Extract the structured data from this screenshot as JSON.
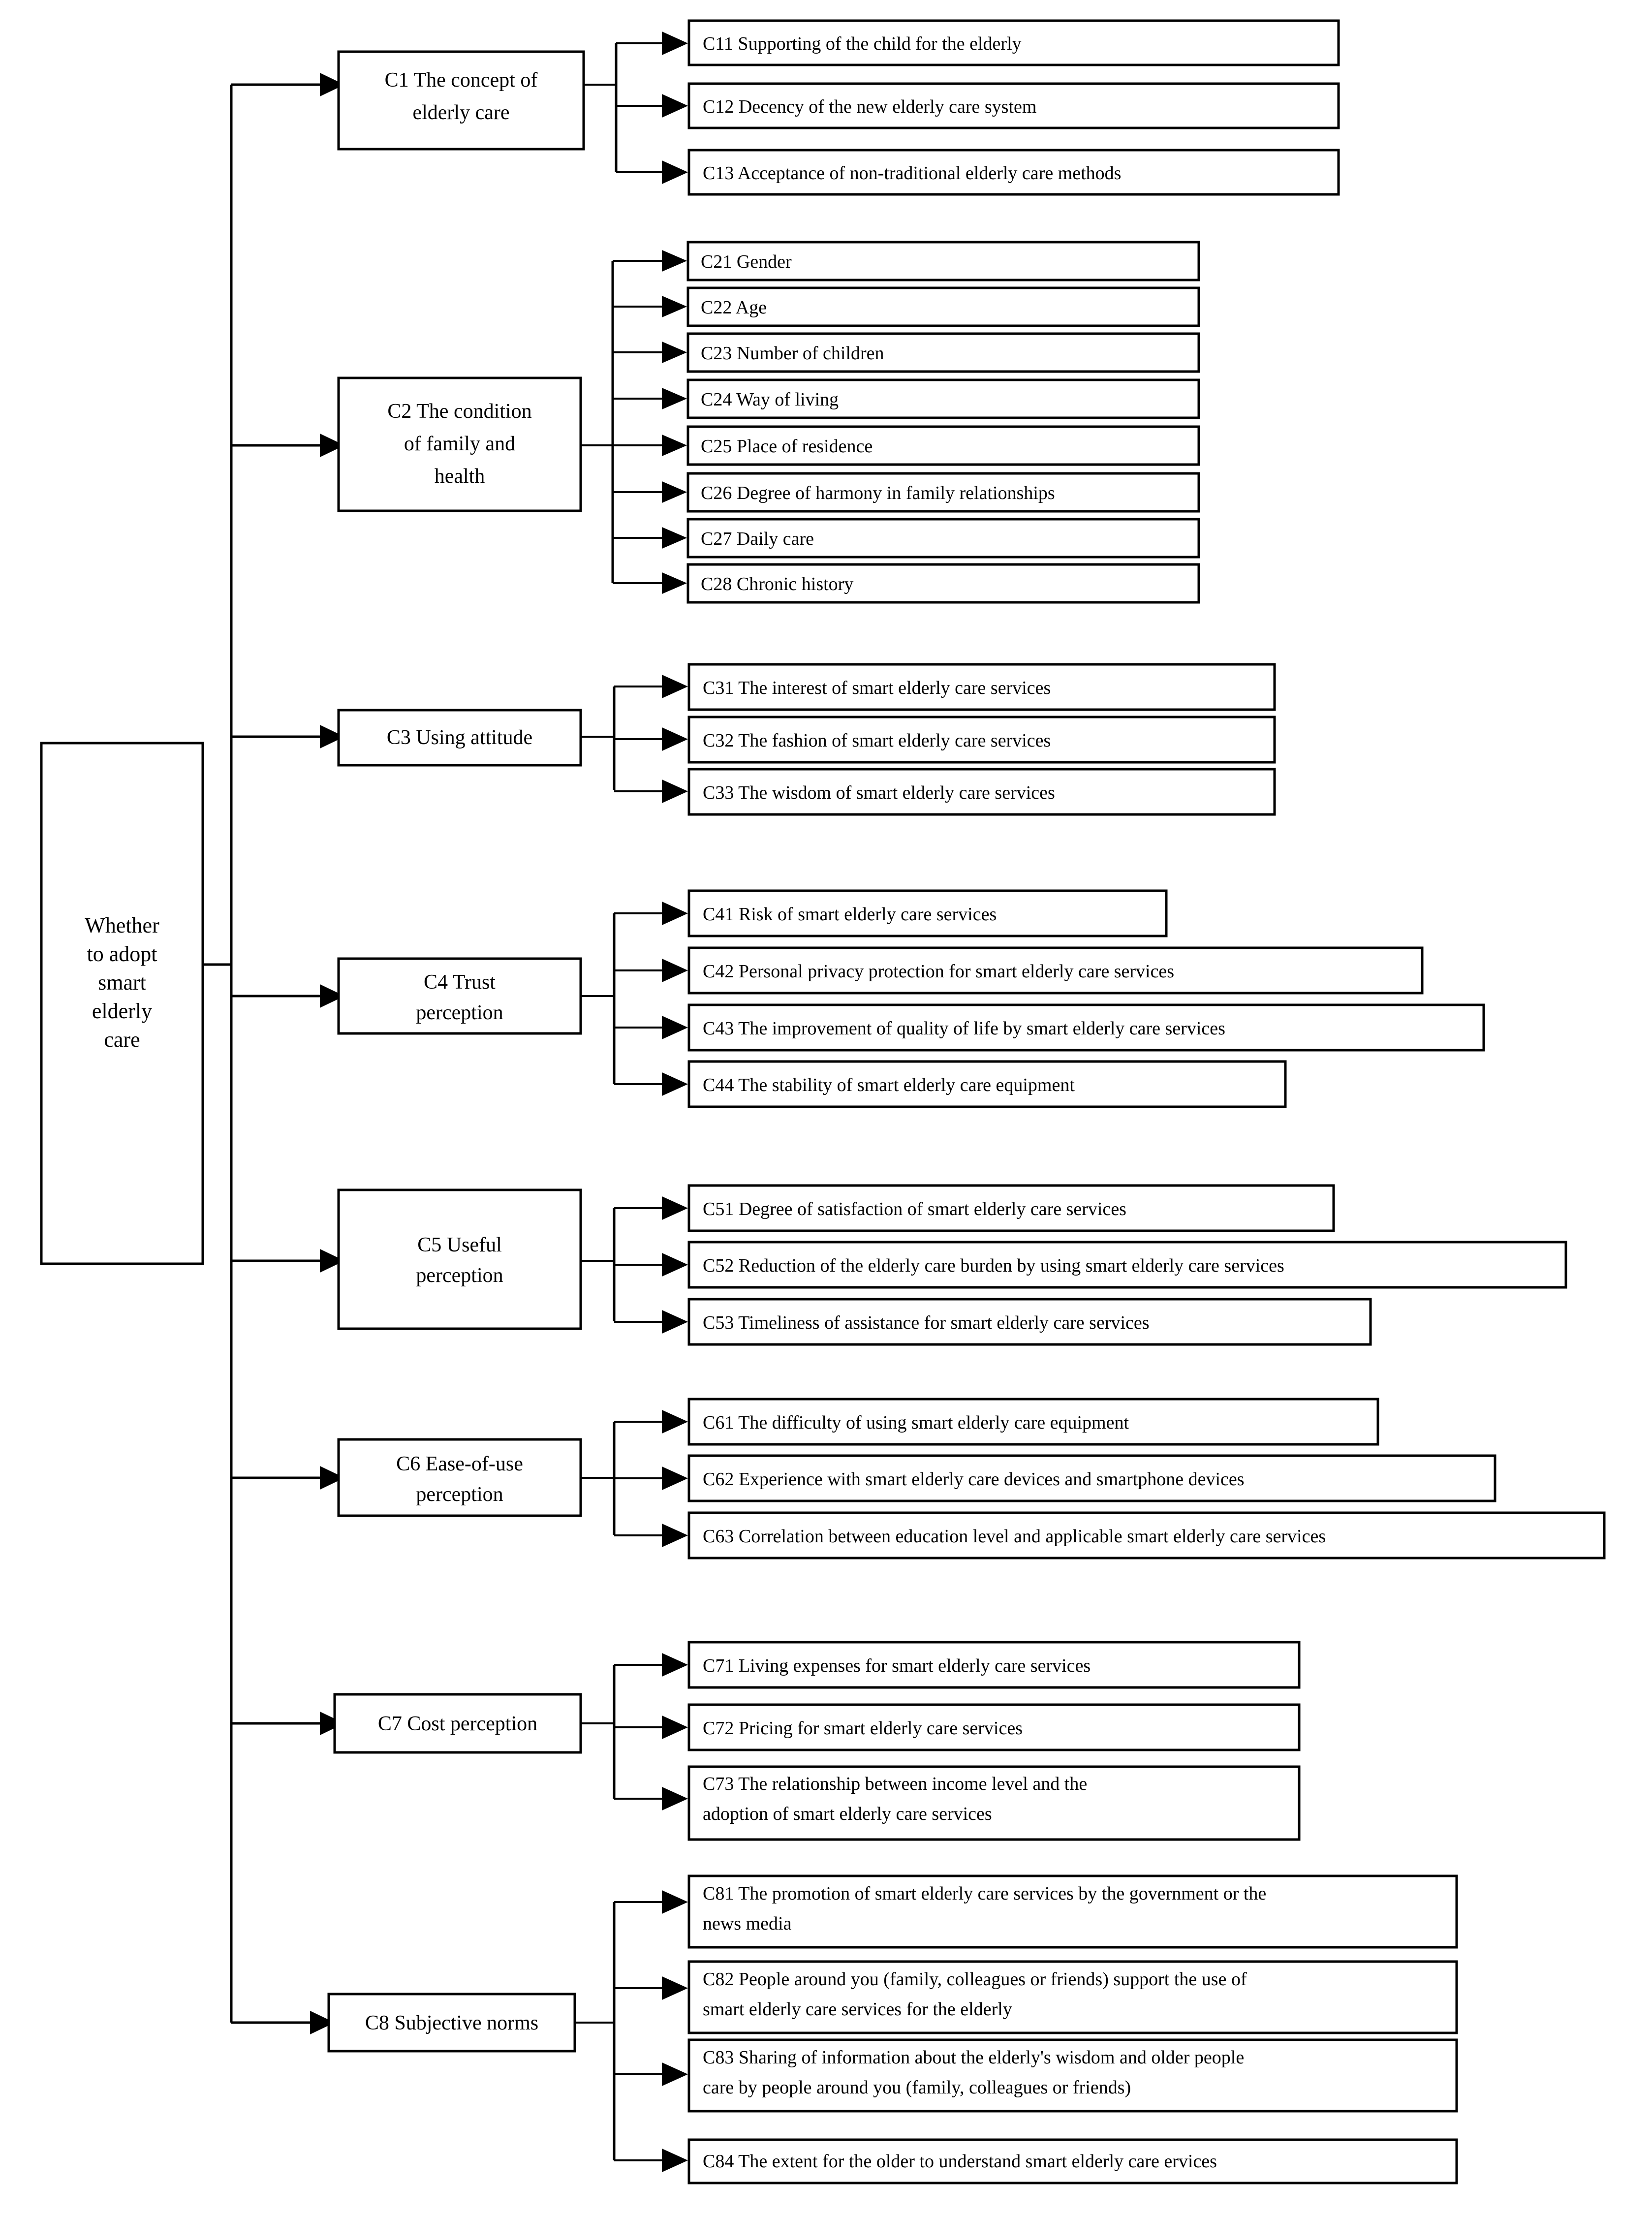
{
  "diagram": {
    "type": "hierarchical-tree",
    "orientation": "left-to-right",
    "root": {
      "id": "root",
      "label": "Whether to adopt smart elderly care",
      "lines": [
        "Whether",
        "to adopt",
        "smart",
        "elderly",
        "care"
      ]
    },
    "criteria": [
      {
        "id": "C1",
        "label": "C1 The concept of elderly care",
        "lines": [
          "C1 The concept of",
          "elderly care"
        ],
        "sub": [
          {
            "id": "C11",
            "label": "C11 Supporting of the child for the elderly",
            "lines": [
              "C11 Supporting of the child for the elderly"
            ]
          },
          {
            "id": "C12",
            "label": "C12 Decency of the new elderly care system",
            "lines": [
              "C12 Decency of the new elderly care system"
            ]
          },
          {
            "id": "C13",
            "label": "C13 Acceptance of non-traditional elderly care methods",
            "lines": [
              "C13 Acceptance of non-traditional elderly care methods"
            ]
          }
        ]
      },
      {
        "id": "C2",
        "label": "C2 The condition of family and health",
        "lines": [
          "C2 The condition",
          "of family and",
          "health"
        ],
        "sub": [
          {
            "id": "C21",
            "label": "C21 Gender",
            "lines": [
              "C21 Gender"
            ]
          },
          {
            "id": "C22",
            "label": "C22 Age",
            "lines": [
              "C22 Age"
            ]
          },
          {
            "id": "C23",
            "label": "C23 Number of children",
            "lines": [
              "C23 Number of children"
            ]
          },
          {
            "id": "C24",
            "label": "C24 Way of living",
            "lines": [
              "C24 Way of living"
            ]
          },
          {
            "id": "C25",
            "label": "C25 Place of residence",
            "lines": [
              "C25 Place of residence"
            ]
          },
          {
            "id": "C26",
            "label": "C26 Degree of harmony in family relationships",
            "lines": [
              "C26 Degree of harmony in family relationships"
            ]
          },
          {
            "id": "C27",
            "label": "C27 Daily care",
            "lines": [
              "C27 Daily care"
            ]
          },
          {
            "id": "C28",
            "label": "C28 Chronic history",
            "lines": [
              "C28 Chronic history"
            ]
          }
        ]
      },
      {
        "id": "C3",
        "label": "C3 Using attitude",
        "lines": [
          "C3 Using attitude"
        ],
        "sub": [
          {
            "id": "C31",
            "label": "C31 The interest of smart elderly care services",
            "lines": [
              "C31 The interest of smart elderly care services"
            ]
          },
          {
            "id": "C32",
            "label": "C32 The fashion of smart elderly care services",
            "lines": [
              "C32 The fashion of smart elderly care services"
            ]
          },
          {
            "id": "C33",
            "label": "C33 The wisdom of smart elderly care services",
            "lines": [
              "C33 The wisdom of smart elderly care services"
            ]
          }
        ]
      },
      {
        "id": "C4",
        "label": "C4 Trust perception",
        "lines": [
          "C4 Trust",
          "perception"
        ],
        "sub": [
          {
            "id": "C41",
            "label": "C41 Risk of smart elderly care services",
            "lines": [
              "C41 Risk of smart elderly care services"
            ]
          },
          {
            "id": "C42",
            "label": "C42 Personal privacy protection for smart elderly care services",
            "lines": [
              "C42 Personal privacy protection for smart elderly care services"
            ]
          },
          {
            "id": "C43",
            "label": "C43 The improvement of quality of life by smart elderly care services",
            "lines": [
              "C43 The improvement of quality of life by smart elderly care services"
            ]
          },
          {
            "id": "C44",
            "label": "C44 The stability of smart elderly care  equipment",
            "lines": [
              "C44 The stability of smart elderly care  equipment"
            ]
          }
        ]
      },
      {
        "id": "C5",
        "label": "C5 Useful perception",
        "lines": [
          "C5 Useful",
          "perception"
        ],
        "sub": [
          {
            "id": "C51",
            "label": "C51 Degree of satisfaction of smart elderly care services",
            "lines": [
              "C51 Degree of satisfaction of smart elderly care services"
            ]
          },
          {
            "id": "C52",
            "label": "C52 Reduction of the elderly care burden by using smart elderly care services",
            "lines": [
              "C52 Reduction of the elderly care burden by using smart elderly care services"
            ]
          },
          {
            "id": "C53",
            "label": "C53 Timeliness of assistance for smart elderly care services",
            "lines": [
              "C53 Timeliness of assistance for smart elderly care services"
            ]
          }
        ]
      },
      {
        "id": "C6",
        "label": "C6 Ease-of-use perception",
        "lines": [
          "C6 Ease-of-use",
          "perception"
        ],
        "sub": [
          {
            "id": "C61",
            "label": "C61 The difficulty of using smart elderly care equipment",
            "lines": [
              "C61 The difficulty of using smart elderly care equipment"
            ]
          },
          {
            "id": "C62",
            "label": "C62 Experience with smart elderly care devices and smartphone devices",
            "lines": [
              "C62 Experience with smart elderly care devices and smartphone devices"
            ]
          },
          {
            "id": "C63",
            "label": "C63 Correlation between education level and applicable smart elderly care services",
            "lines": [
              "C63 Correlation between education level and applicable smart elderly care services"
            ]
          }
        ]
      },
      {
        "id": "C7",
        "label": "C7 Cost perception",
        "lines": [
          "C7 Cost perception"
        ],
        "sub": [
          {
            "id": "C71",
            "label": "C71 Living expenses for smart elderly care services",
            "lines": [
              "C71 Living expenses for smart elderly care services"
            ]
          },
          {
            "id": "C72",
            "label": "C72 Pricing for smart elderly care services",
            "lines": [
              "C72 Pricing for smart elderly care services"
            ]
          },
          {
            "id": "C73",
            "label": "C73 The relationship between income level and the adoption of smart elderly care services",
            "lines": [
              "C73 The relationship between income level and the",
              "adoption of smart elderly care services"
            ]
          }
        ]
      },
      {
        "id": "C8",
        "label": "C8 Subjective norms",
        "lines": [
          "C8 Subjective norms"
        ],
        "sub": [
          {
            "id": "C81",
            "label": "C81 The promotion of smart elderly care services by the government or the news media",
            "lines": [
              "C81 The promotion of smart elderly care services by the government or the",
              "news media"
            ]
          },
          {
            "id": "C82",
            "label": "C82 People around you (family, colleagues or friends) support the use of smart elderly care services for the elderly",
            "lines": [
              "C82 People around you (family, colleagues or friends) support the use of",
              "smart elderly care services for the elderly"
            ]
          },
          {
            "id": "C83",
            "label": "C83 Sharing of information about the elderly's wisdom and older people care by people around you (family, colleagues or friends)",
            "lines": [
              "C83 Sharing of information about the elderly's wisdom and older people",
              "care by people around you (family, colleagues or friends)"
            ]
          },
          {
            "id": "C84",
            "label": "C84 The extent for the older to understand smart elderly care ervices",
            "lines": [
              "C84 The extent for the older to understand smart elderly care ervices"
            ]
          }
        ]
      }
    ],
    "colors": {
      "background": "#ffffff",
      "box_fill": "#ffffff",
      "stroke": "#000000",
      "text": "#000000"
    }
  }
}
